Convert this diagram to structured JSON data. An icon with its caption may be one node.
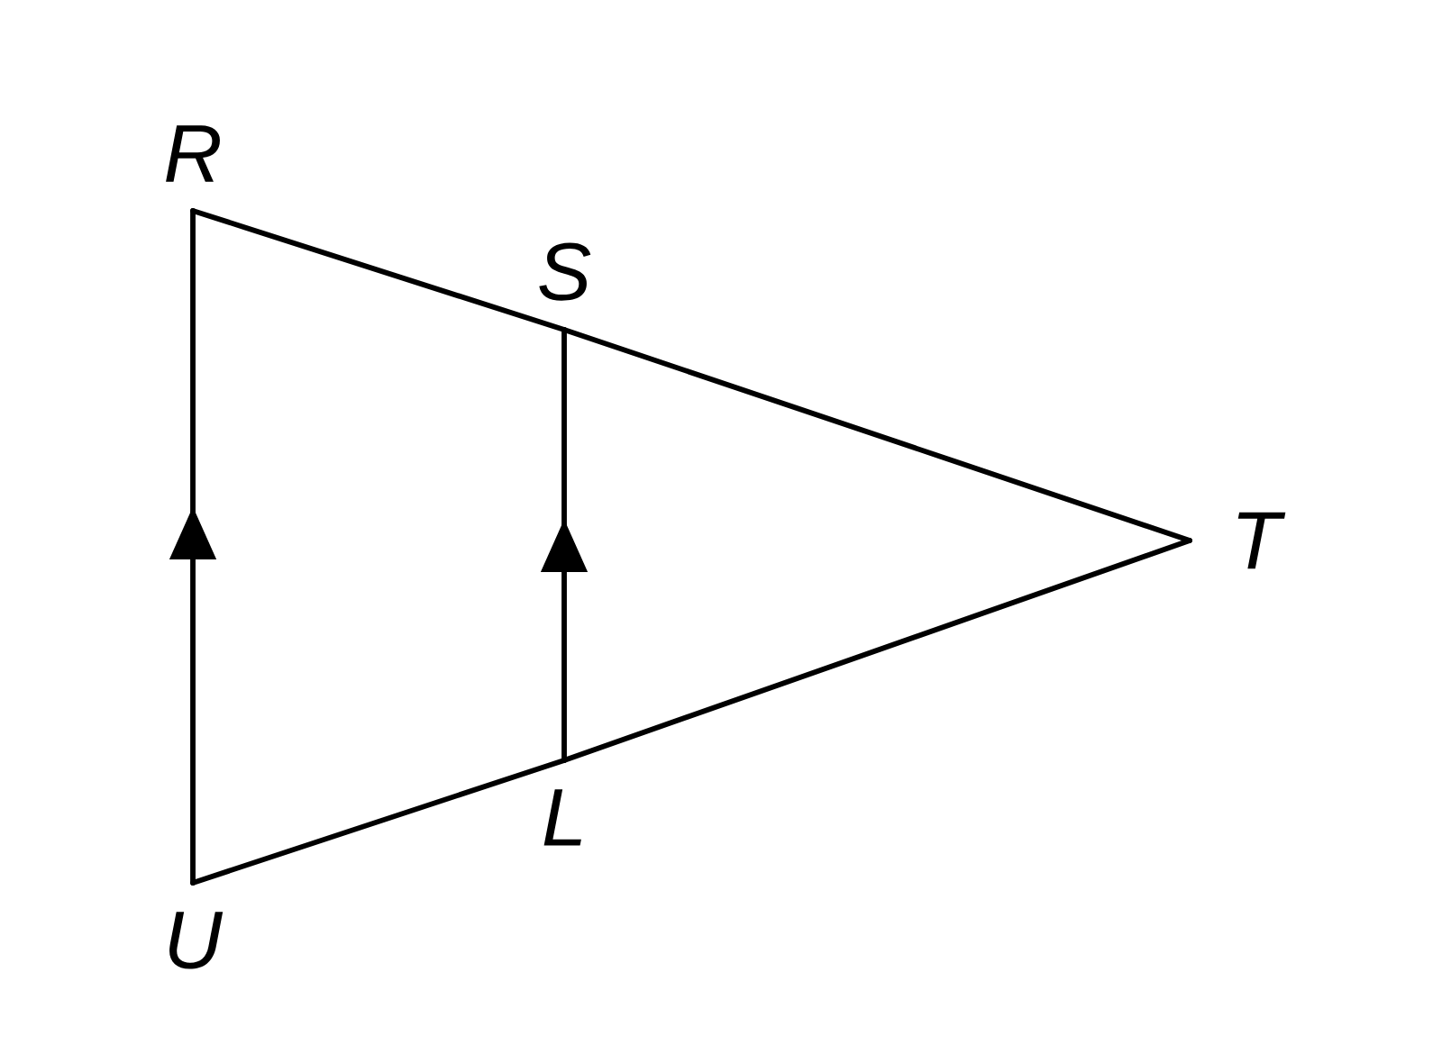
{
  "diagram": {
    "nodes": [
      {
        "text": [
          "R"
        ]
      },
      {
        "text": [
          "S"
        ]
      },
      {
        "text": [
          "T"
        ]
      },
      {
        "text": [
          "L"
        ]
      },
      {
        "text": [
          "U"
        ]
      }
    ],
    "edges": [
      {
        "from": 0,
        "to": 1,
        "arrow": "none"
      },
      {
        "from": 1,
        "to": 2,
        "arrow": "none"
      },
      {
        "from": 4,
        "to": 3,
        "arrow": "none"
      },
      {
        "from": 3,
        "to": 2,
        "arrow": "none"
      },
      {
        "from": 4,
        "to": 0,
        "arrow": "to"
      },
      {
        "from": 3,
        "to": 1,
        "arrow": "to"
      }
    ]
  }
}
